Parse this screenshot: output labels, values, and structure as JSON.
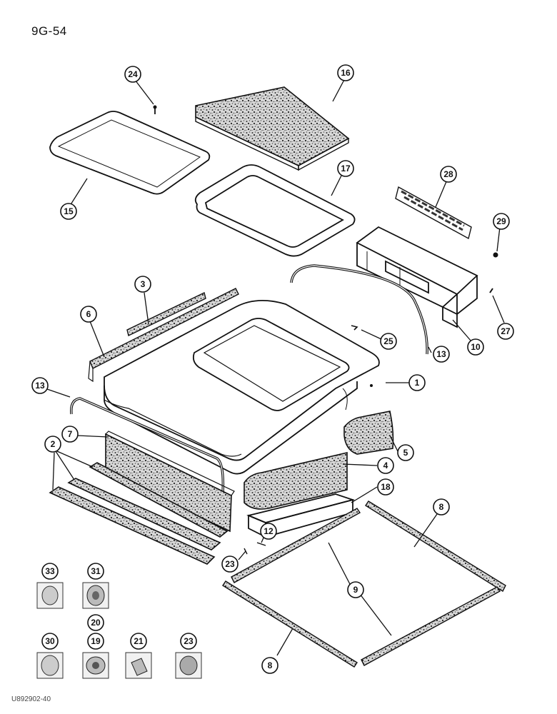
{
  "page_code": "9G-54",
  "figure_code": "U892902-40",
  "callouts": {
    "c1": "1",
    "c2": "2",
    "c3": "3",
    "c4": "4",
    "c5": "5",
    "c6": "6",
    "c7": "7",
    "c8a": "8",
    "c8b": "8",
    "c9": "9",
    "c10": "10",
    "c12": "12",
    "c13a": "13",
    "c13b": "13",
    "c15": "15",
    "c16": "16",
    "c17": "17",
    "c18": "18",
    "c19": "19",
    "c20": "20",
    "c21": "21",
    "c23a": "23",
    "c23b": "23",
    "c24": "24",
    "c25": "25",
    "c27": "27",
    "c28": "28",
    "c29": "29",
    "c30": "30",
    "c31": "31",
    "c33": "33"
  }
}
